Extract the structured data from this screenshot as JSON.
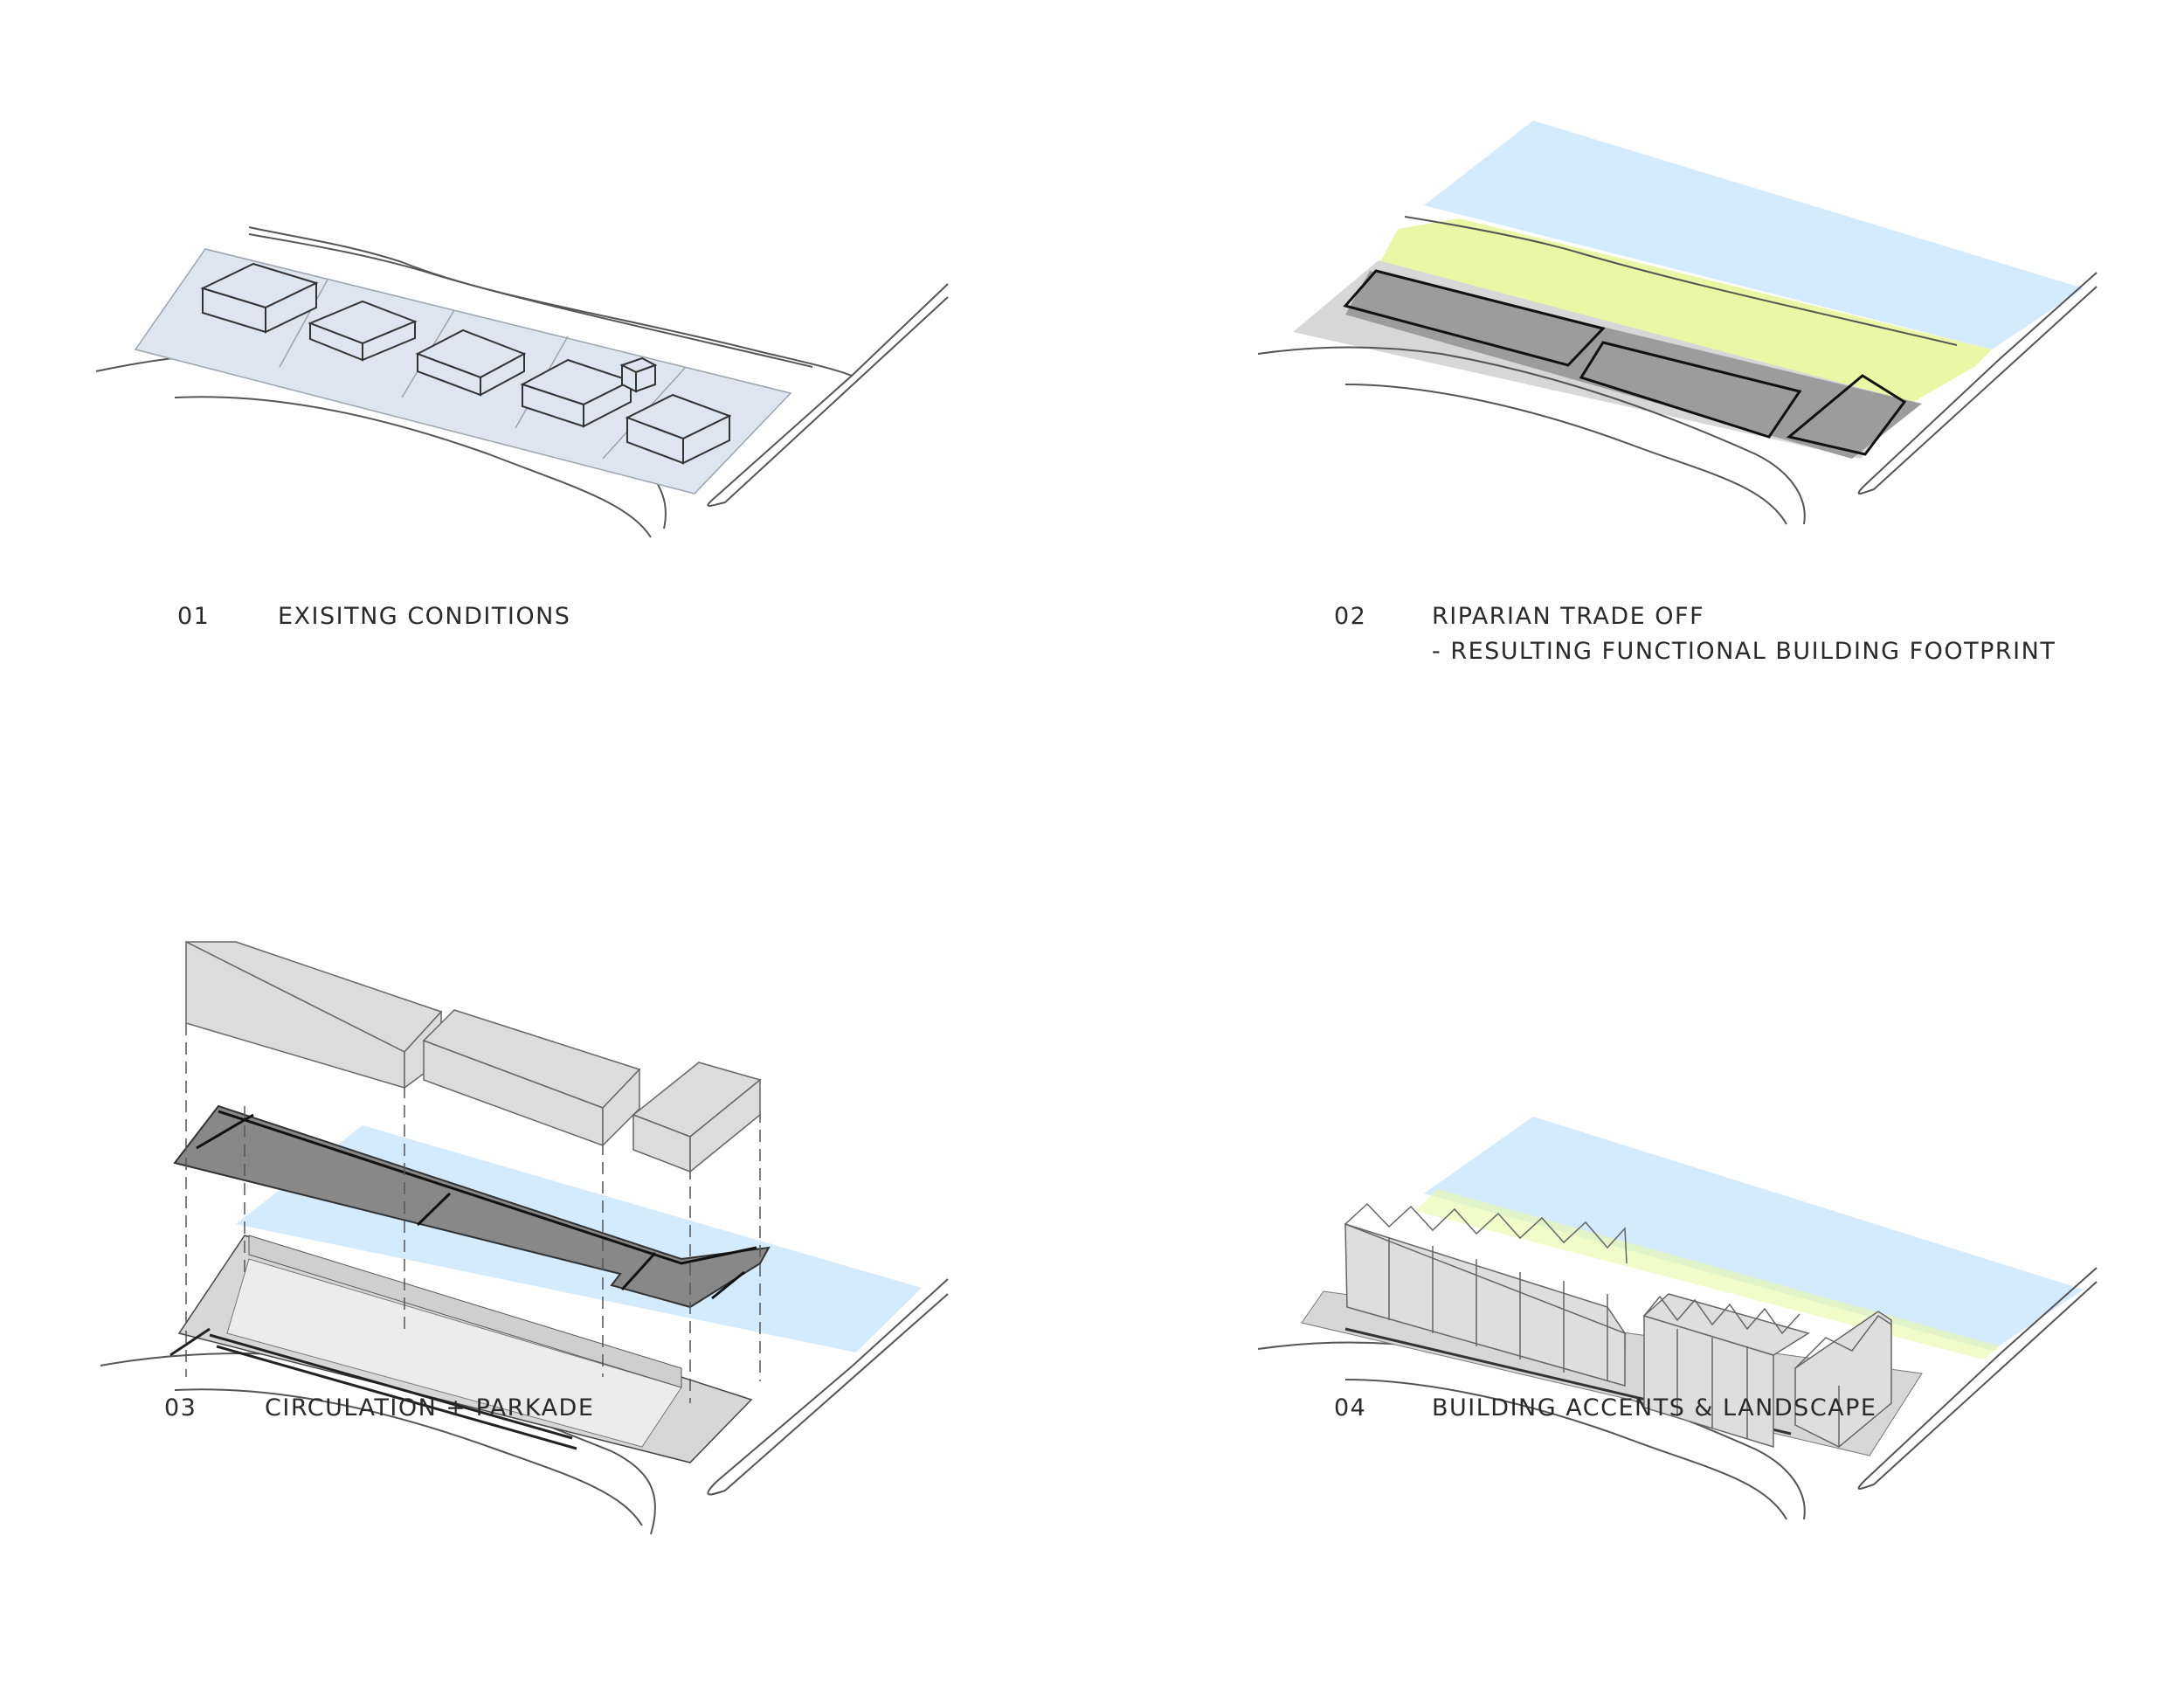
{
  "colors": {
    "water": "#d4eafd",
    "riparian": "#eaf8a6",
    "site_gray": "#d7d7d7",
    "footprint": "#9c9c9c",
    "parcel": "#dde6f0",
    "deck": "#888888",
    "block": "#dcdcdc",
    "line": "#333333"
  },
  "panels": [
    {
      "number": "01",
      "title": "EXISITNG CONDITIONS",
      "subtitle": ""
    },
    {
      "number": "02",
      "title": "RIPARIAN TRADE OFF",
      "subtitle": "- RESULTING FUNCTIONAL BUILDING FOOTPRINT"
    },
    {
      "number": "03",
      "title": "CIRCULATION + PARKADE",
      "subtitle": ""
    },
    {
      "number": "04",
      "title": "BUILDING ACCENTS & LANDSCAPE",
      "subtitle": ""
    }
  ]
}
